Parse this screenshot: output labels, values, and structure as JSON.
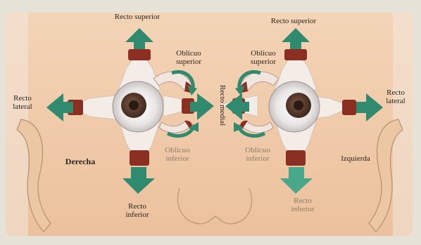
{
  "labels": {
    "right_eye": {
      "superior_rectus": "Recto superior",
      "superior_oblique": [
        "Oblicuo",
        "superior"
      ],
      "lateral_rectus": [
        "Recto",
        "lateral"
      ],
      "side": "Derecha",
      "inferior_oblique": [
        "Oblicuo",
        "inferior"
      ],
      "inferior_rectus": [
        "Recto",
        "inferior"
      ]
    },
    "left_eye": {
      "superior_rectus": "Recto superior",
      "superior_oblique": [
        "Oblicuo",
        "superior"
      ],
      "lateral_rectus": [
        "Recto",
        "lateral"
      ],
      "side": "Izquierda",
      "inferior_oblique": [
        "Oblicuo",
        "inferior"
      ],
      "inferior_rectus": [
        "Recto",
        "inferior"
      ]
    },
    "medial_rectus": "Recto medial"
  },
  "colors": {
    "skin": "#eec9a6",
    "arrow": "#2f8a6e",
    "muscle_red": "#8a2f22",
    "iris": "#5a3b2c",
    "paper": "#f6f1ea"
  }
}
